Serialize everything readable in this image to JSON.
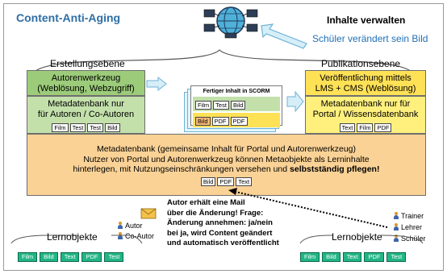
{
  "title": "Content-Anti-Aging",
  "manage_label": "Inhalte verwalten",
  "student_note": "Schüler verändert sein Bild",
  "levels": {
    "creation": "Erstellungsebene",
    "publication": "Publikationsebene"
  },
  "authoring_tool": {
    "line1": "Autorenwerkzeug",
    "line2": "(Weblösung, Webzugriff)"
  },
  "author_db": {
    "line1": "Metadatenbank nur",
    "line2": "für Autoren / Co-Autoren",
    "tags": [
      "Film",
      "Test",
      "Test",
      "Bild"
    ]
  },
  "scorm": {
    "title": "Fertiger Inhalt in SCORM",
    "row1": [
      "Film",
      "Test",
      "Bild"
    ],
    "row2": [
      "Bild",
      "PDF",
      "PDF"
    ]
  },
  "publishing": {
    "line1": "Veröffentlichung mittels",
    "line2": "LMS + CMS (Weblösung)"
  },
  "portal_db": {
    "line1": "Metadatenbank nur für",
    "line2": "Portal / Wissensdatenbank",
    "tags": [
      "Text",
      "Film",
      "PDF"
    ]
  },
  "shared_db": {
    "line1": "Metadatenbank (gemeinsame Inhalt für Portal und Autorenwerkzeug)",
    "line2": "Nutzer von Portal und Autorenwerkzeug können Metaobjekte als Lerninhalte",
    "line3_normal": "hinterlegen, mit Nutzungseinschränkungen versehen und ",
    "line3_bold": "selbstständig pflegen!",
    "tags": [
      "Bild",
      "PDF",
      "Text"
    ]
  },
  "left_roles": [
    "Autor",
    "Co-Autor"
  ],
  "right_roles": [
    "Trainer",
    "Lehrer",
    "Schüler"
  ],
  "learning_objects_label": "Lernobjekte",
  "learning_objects_left": [
    "Film",
    "Bild",
    "Text",
    "PDF",
    "Test"
  ],
  "learning_objects_right": [
    "Film",
    "Bild",
    "Text",
    "PDF",
    "Test"
  ],
  "mail_note": [
    "Autor erhält eine Mail",
    "über die Änderung! Frage:",
    "Änderung annehmen: ja/nein",
    "bei ja, wird Content geändert",
    "und automatisch veröffentlicht"
  ],
  "colors": {
    "title": "#2e6ea6",
    "note": "#1f6fb5",
    "authoring_green": "#9ccc7a",
    "publishing_yellow": "#ffe156",
    "shared_orange": "#fad296",
    "learning_object_green": "#22b585"
  },
  "icons": [
    "globe-network-icon",
    "arrow-icon",
    "envelope-icon",
    "person-icon"
  ]
}
